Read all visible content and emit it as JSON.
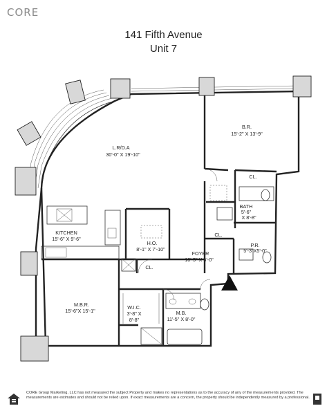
{
  "brand": {
    "logo_text": "CORE"
  },
  "header": {
    "address": "141 Fifth Avenue",
    "unit": "Unit 7"
  },
  "rooms": {
    "br": {
      "name": "B.R.",
      "size": "15'-2\" X 13'-9\""
    },
    "lrda": {
      "name": "L.R/D.A",
      "size": "30'-0\" X 19'-10\""
    },
    "bath": {
      "name": "BATH",
      "size": "5'-6\"",
      "size2": "X 8'-8\""
    },
    "kitchen": {
      "name": "KITCHEN",
      "size": "15'-6\" X 9'-6\""
    },
    "ho": {
      "name": "H.O.",
      "size": "8'-1\" X 7'-10\""
    },
    "foyer": {
      "name": "FOYER",
      "size": "10'-5\" X 5'-0\""
    },
    "pr": {
      "name": "P.R.",
      "size": "5'-3\"X5'-0\""
    },
    "mbr": {
      "name": "M.B.R.",
      "size": "15'-6\"X 15'-1\""
    },
    "wic": {
      "name": "W.I.C.",
      "size": "3'-8\" X",
      "size2": "8'-8\""
    },
    "mb": {
      "name": "M.B.",
      "size": "11'-5\" X 8'-0\""
    },
    "closet": "CL."
  },
  "footer": {
    "disclaimer": "CORE Group Marketing, LLC has not measured the subject Property and makes no representations as to the accuracy of any of the measurements provided. The measurements are estimates and should not be relied upon. If exact measurements are a concern, the property should be independently measured by a professional."
  }
}
